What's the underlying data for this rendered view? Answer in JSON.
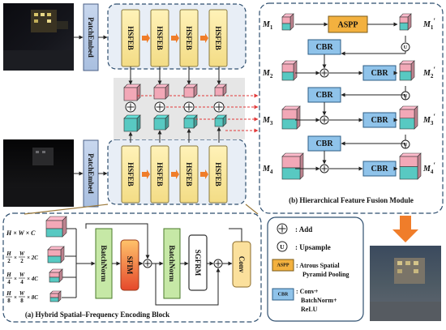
{
  "encoder": {
    "patch_embed": "PatchEmbed",
    "block_label": "HSFEB"
  },
  "hffm": {
    "title": "(b) Hierarchical Feature Fusion Module",
    "aspp": "ASPP",
    "cbr": "CBR",
    "upsample_symbol": "U",
    "inputs": [
      "M",
      "M",
      "M",
      "M"
    ],
    "indices": [
      "1",
      "2",
      "3",
      "4"
    ],
    "prime": "′"
  },
  "hsfeb": {
    "title": "(a) Hybrid Spatial–Frequency Encoding Block",
    "scales": [
      "H × W × C",
      "× 2C",
      "× 4C",
      "× 8C"
    ],
    "fractions": [
      [
        "H",
        "2",
        "W",
        "2"
      ],
      [
        "H",
        "4",
        "W",
        "4"
      ],
      [
        "H",
        "8",
        "W",
        "8"
      ]
    ],
    "batchnorm": "BatchNorm",
    "sfim": "SFIM",
    "sgfrm": "SGFRM",
    "conv": "Conv"
  },
  "legend": {
    "add": ": Add",
    "upsample": ": Upsample",
    "upsample_symbol": "U",
    "aspp_tag": "ASPP",
    "aspp_desc_1": ": Atrous Spatial",
    "aspp_desc_2": "Pyramid Pooling",
    "cbr_tag": "CBR",
    "cbr_desc_1": ": Conv+",
    "cbr_desc_2": "BatchNorm+",
    "cbr_desc_3": "ReLU"
  },
  "colors": {
    "hsfeb_fill": "#f7e79a",
    "hsfeb_border": "#7a7a4a",
    "patch_fill": "#b9cbe6",
    "panel_fill": "#eaf0f8",
    "panel_border": "#2f4f6f",
    "orange_arrow": "#f07d2a",
    "red_arrow": "#e23a3a",
    "pink": "#f2a8b7",
    "cyan": "#58c9c2",
    "cbr_fill": "#8fc3ea",
    "aspp_fill": "#f3b13f",
    "conv_fill": "#fbe09c",
    "bn_fill": "#c6e8a6",
    "sfim_top": "#ffb25b",
    "sfim_bottom": "#e74c2f",
    "sgfrm_fill": "#ffffff"
  }
}
